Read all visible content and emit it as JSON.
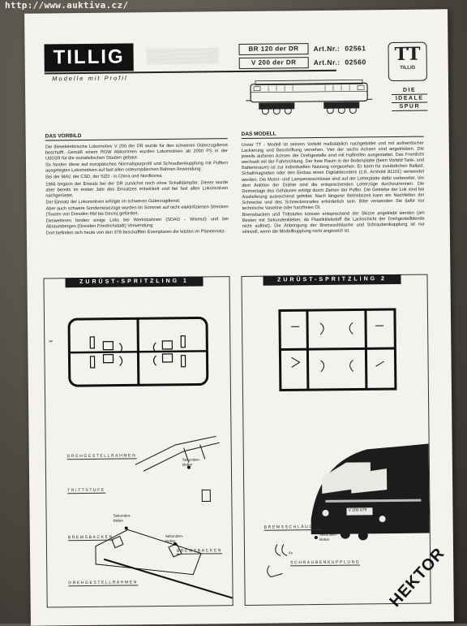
{
  "watermark_url": "http://www.auktiva.cz/",
  "brand": {
    "logo": "TILLIG",
    "tagline": "Modelle mit Profil"
  },
  "products": [
    {
      "model": "BR 120 der DR",
      "art_label": "Art.Nr.:",
      "art_no": "02561"
    },
    {
      "model": "V 200 der DR",
      "art_label": "Art.Nr.:",
      "art_no": "02560"
    }
  ],
  "tt_logo": {
    "mark": "TT",
    "sub": "TILLIG"
  },
  "spur": [
    "DIE",
    "IDEALE",
    "SPUR"
  ],
  "vorbild": {
    "title": "DAS VORBILD",
    "paragraphs": [
      "Die dieselelektrische Lokomotive V 200 der DR wurde für den schweren Güterzugdienst beschafft. Gemäß einem RGW Abkommen wurden Lokomotiven ab 2000 PS in der UdSSR für die sozialistischen Staaten gebaut.",
      "So fanden diese auf europäisches Normalspurprofil und Schraubenkupplung mit Puffern ausgelegten Lokomotiven auf fast allen osteuropäischen Bahnen Anwendung:",
      "Bei der MAV, der CSD, der SZD - in China und Nordkorea.",
      "1966 begann der Einsatz bei der DR zunächst noch ohne Schalldämpfer. Dieser wurde aber bereits im ersten Jahr des Einsatzes entwickelt und bei fast allen Lokomotiven nachgerüstet.",
      "Der Einsatz der Lokomotiven erfolgte im schweren Güterzugdienst.",
      "Aber auch schwere Sonderreisezüge wurden im Sommer auf nicht elektrifizierten Strecken (Touren von Dresden Hbf bis Decin) gefördert.",
      "Desweiteren fanden einige Loks bei Werksbahnen (SDAG - Wismut) und bei Abraumbergen (Dresden Friedrichstadt) Verwendung.",
      "Dort befinden sich heute von den 378 beschafften Exemplaren die letzten im Planeinsatz."
    ]
  },
  "modell": {
    "title": "DAS MODELL",
    "paragraphs": [
      "Unser TT - Modell ist seinem Vorbild maßstäblich nachgebildet und mit authentischer Lackierung und Beschriftung versehen. Vier der sechs Achsen sind angetrieben. Die jeweils äußeren Achsen der Drehgestelle sind mit Haftreifen ausgestattet. Das Frontlicht wechselt mit der Fahrtrichtung. Der freie Raum in der Bodenplatte (beim Vorbild Tank- und Batterieraum) ist zur individuellen Nutzung vorgesehen. Er kann für zusätzlichen Ballast, Schaltmagneten oder den Einbau eines Digitaldecoders (z.B. Arnhold 81101) verwendet werden. Die Motor- und Lampenanschlüsse sind auf der Leiterplatte dafür vorbereitet. Vor dem Anlöten der Drähte sind die entsprechenden Leiterzüge durchzutrennen. Die Demontage des Gehäuses erfolgt durch Ziehen der Puffer. Die Getriebe der Lok sind bei Auslieferung ausreichend gefettet. Nach längerer Betriebszeit kann ein Nachfetten der Schnecke und des Schneckenrades erforderlich sein. Bitte verwenden Sie dafür nur technische Vaseline oder harzfreies Öl.",
      "Bremsbacken und Trittstufen können entsprechend der Skizze angeklebt werden (am Besten mit Sekundenkleber, da Plastikklebstoff die Lackschicht der Drehgestellblende nicht auflöst). Die Anbringung der Bremsschläuche und Schraubenkupplung ist nur sinnvoll, wenn die Modellkupplung nicht angesetzt ist."
    ]
  },
  "panel1": {
    "title": "ZURÜST-SPRITZLING 1",
    "labels": {
      "drehgestellrahmen": "DREHGESTELLRAHMEN",
      "trittstufe": "TRITTSTUFE",
      "bremsbacken_left": "BREMSBACKEN",
      "bremsbacken_right": "BREMSBACKEN",
      "drehgestellrahmen2": "DREHGESTELLRAHMEN",
      "kleber1": "Sekunden-kleber",
      "kleber2": "Sekunden-kleber",
      "kleber3": "Sekunden-kleber"
    }
  },
  "panel2": {
    "title": "ZURÜST-SPRITZLING 2",
    "labels": {
      "bremsschlaeuche": "BREMSSCHLÄUCHE",
      "schraubenkupplung": "SCHRAUBENKUPPLUNG",
      "kleber": "Sekunden-kleber",
      "count": "4x",
      "loco_number": "V 200 079"
    }
  },
  "stamp": "HEKTOR"
}
